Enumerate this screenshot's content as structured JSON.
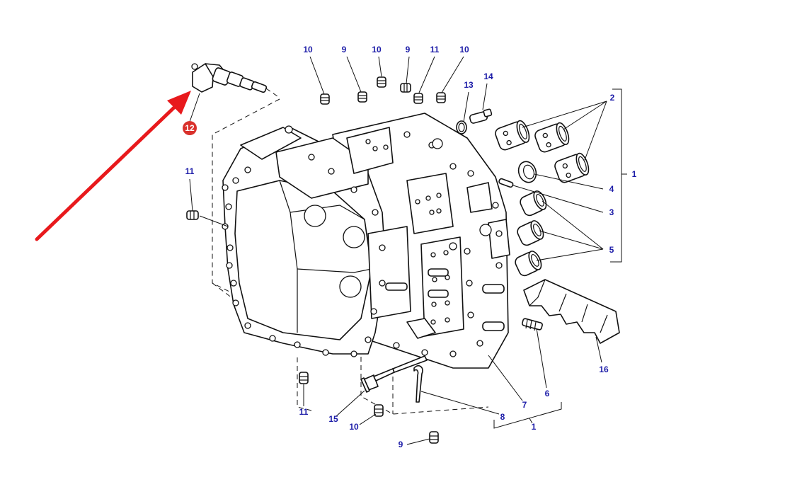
{
  "colors": {
    "callout_text": "#1c1ca8",
    "line": "#111111",
    "highlight_arrow": "#e8191c",
    "highlight_badge": "#d9312c",
    "highlight_badge_text": "#ffffff",
    "background": "#ffffff"
  },
  "highlighted_part": "12",
  "callouts": {
    "c1": "1",
    "c2": "2",
    "c3": "3",
    "c4": "4",
    "c5": "5",
    "c6": "6",
    "c7": "7",
    "c8": "8",
    "c9a": "9",
    "c9b": "9",
    "c9c": "9",
    "c10a": "10",
    "c10b": "10",
    "c10c": "10",
    "c10d": "10",
    "c11a": "11",
    "c11b": "11",
    "c11c": "11",
    "c12": "12",
    "c13": "13",
    "c14": "14",
    "c15": "15",
    "c16": "16",
    "c1b": "1"
  }
}
